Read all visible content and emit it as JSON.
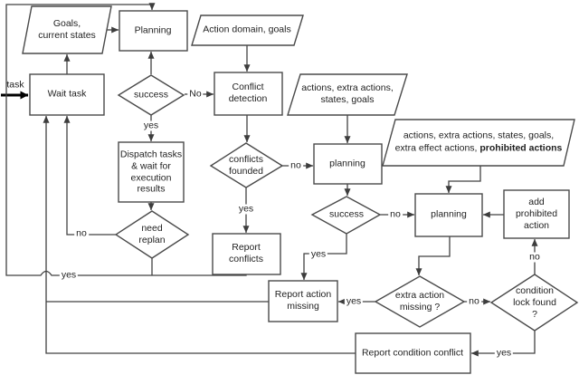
{
  "diagram_title": "task planning and conflict handling flowchart",
  "colors": {
    "line": "#424242",
    "shape_border": "#4a4a4a",
    "background": "#ffffff",
    "text": "#1f1f1f"
  },
  "nodes": {
    "goals_current_states": "Goals,\ncurrent states",
    "planning1": "Planning",
    "action_domain_goals": "Action domain, goals",
    "wait_task": "Wait task",
    "success1": "success",
    "conflict_detection": "Conflict\ndetection",
    "actions_states_goals": "actions, extra actions,\nstates, goals",
    "extended_inputs_normal": "actions, extra actions, states, goals, extra effect actions, ",
    "extended_inputs_bold": "prohibited actions",
    "dispatch_tasks": "Dispatch tasks\n& wait for\nexecution\nresults",
    "conflicts_founded": "conflicts\nfounded",
    "planning2": "planning",
    "need_replan": "need\nreplan",
    "success2": "success",
    "planning3": "planning",
    "add_prohibited_action": "add\nprohibited\naction",
    "report_conflicts": "Report\nconflicts",
    "report_action_missing": "Report action\nmissing",
    "extra_action_missing": "extra action\nmissing ?",
    "condition_lock_found": "condition\nlock found\n?",
    "report_condition_conflict": "Report condition conflict"
  },
  "edge_labels": {
    "task_in": "task",
    "success1_no": "No",
    "success1_yes": "yes",
    "need_replan_no": "no",
    "need_replan_yes": "yes",
    "conflicts_founded_no": "no",
    "conflicts_founded_yes": "yes",
    "success2_no": "no",
    "success2_yes": "yes",
    "extra_action_yes": "yes",
    "extra_action_no": "no",
    "condition_lock_no": "no",
    "condition_lock_yes": "yes"
  }
}
